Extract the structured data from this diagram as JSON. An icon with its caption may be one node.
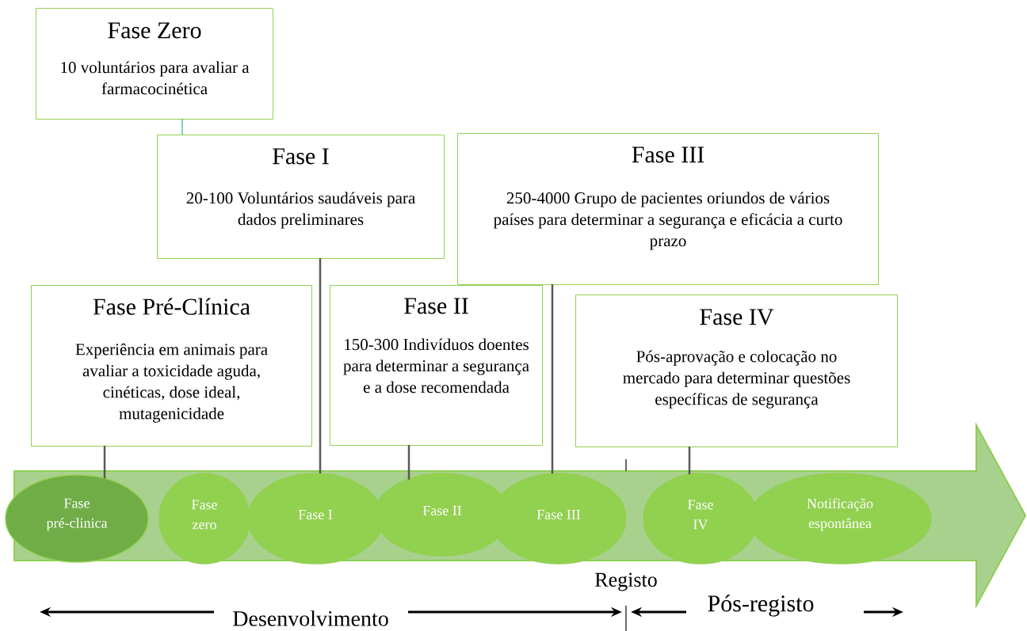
{
  "diagram": {
    "nodes": [
      {
        "text": [
          "Fase Zero",
          "10 voluntários para avaliar a farmacocinética"
        ]
      },
      {
        "text": [
          "Fase I",
          "20-100 Voluntários saudáveis para dados preliminares"
        ]
      },
      {
        "text": [
          "Fase III",
          "250-4000 Grupo de pacientes oriundos de vários países para determinar a segurança e eficácia a curto prazo"
        ]
      },
      {
        "text": [
          "Fase Pré-Clínica",
          "Experiência em animais para avaliar a toxicidade aguda, cinéticas, dose ideal, mutagenicidade"
        ]
      },
      {
        "text": [
          "Fase II",
          "150-300 Indivíduos doentes para determinar a segurança e a dose recomendada"
        ]
      },
      {
        "text": [
          "Fase IV",
          "Pós-aprovação e colocação no mercado para determinar questões específicas de segurança"
        ]
      },
      {
        "text": [
          "Fase pré-clinica"
        ]
      },
      {
        "text": [
          "Fase zero"
        ]
      },
      {
        "text": [
          "Fase I"
        ]
      },
      {
        "text": [
          "Fase II"
        ]
      },
      {
        "text": [
          "Fase III"
        ]
      },
      {
        "text": [
          "Fase IV"
        ]
      },
      {
        "text": [
          "Notificação espontânea"
        ]
      }
    ],
    "edges": [
      {
        "from": 0,
        "to": 1,
        "arrow": "none",
        "color": "#2eb872"
      },
      {
        "from": 1,
        "to": 8,
        "arrow": "none"
      },
      {
        "from": 3,
        "to": 6,
        "arrow": "none"
      },
      {
        "from": 4,
        "to": 9,
        "arrow": "none"
      },
      {
        "from": 2,
        "to": 10,
        "arrow": "none"
      },
      {
        "from": 5,
        "to": 11,
        "arrow": "none"
      }
    ],
    "labels": [
      "Registo",
      "Desenvolvimento",
      "Pós-registo"
    ]
  }
}
